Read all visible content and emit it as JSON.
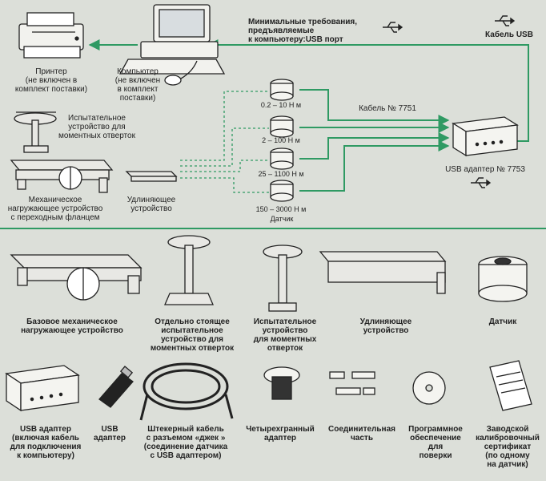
{
  "colors": {
    "accent": "#2f9a63",
    "background": "#dcdfd9",
    "ink": "#222222"
  },
  "top": {
    "requirements": "Минимальные требования,\nпредъявляемые\nк компьютеру:USB порт",
    "usb_cable": "Кабель USB",
    "printer": "Принтер\n(не включен в\nкомплект поставки)",
    "computer": "Компьютер\n(не включен\nв комплект\nпоставки)",
    "tester": "Испытательное\nустройство для\nмоментных отверток",
    "mech_loader": "Механическое\nнагружающее устройство\nс переходным фланцем",
    "extension": "Удлиняющее\nустройство",
    "sensor_ranges": [
      "0.2 – 10 Н м",
      "2 – 100 Н м",
      "25 – 1100 Н м",
      "150 – 3000 Н м"
    ],
    "sensor_caption": "Датчик",
    "cable_7751": "Кабель № 7751",
    "usb_adapter": "USB адаптер № 7753"
  },
  "parts_row1": [
    {
      "name": "base-loader",
      "label": "Базовое механическое\nнагружающее устройство"
    },
    {
      "name": "standalone-tester",
      "label": "Отдельно стоящее\nиспытательное\nустройство для\nмоментных отверток"
    },
    {
      "name": "tester",
      "label": "Испытательное\nустройство\nдля моментных\nотверток"
    },
    {
      "name": "extension",
      "label": "Удлиняющее\nустройство"
    },
    {
      "name": "sensor",
      "label": "Датчик"
    }
  ],
  "parts_row2": [
    {
      "name": "usb-adapter",
      "label": "USB адаптер\n(включая кабель\nдля подключения\nк компьютеру)"
    },
    {
      "name": "usb-stick",
      "label": "USB\nадаптер"
    },
    {
      "name": "jack-cable",
      "label": "Штекерный кабель\nс разъемом «джек »\n(соединение датчика\nс USB адаптером)"
    },
    {
      "name": "square-adapter",
      "label": "Четырехгранный\nадаптер"
    },
    {
      "name": "connector",
      "label": "Соединительная\nчасть"
    },
    {
      "name": "software",
      "label": "Программное\nобеспечение\nдля\nповерки"
    },
    {
      "name": "certificate",
      "label": "Заводской\nкалибровочный\nсертификат\n(по одному\nна датчик)"
    }
  ]
}
